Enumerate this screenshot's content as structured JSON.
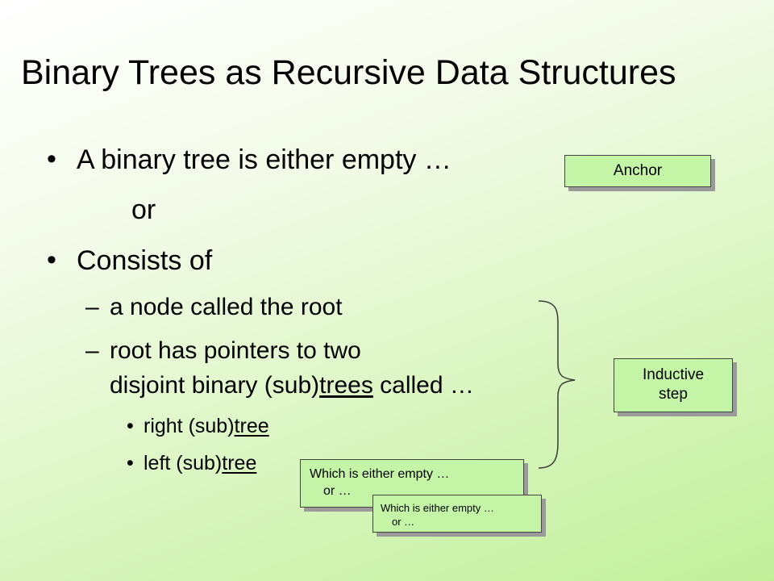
{
  "slide": {
    "title": "Binary Trees as Recursive Data Structures",
    "bullets": {
      "b1": "A binary tree is either empty …",
      "or": "or",
      "b2": "Consists of",
      "sub1": "a node called the root",
      "sub2_line1": "root has pointers to two",
      "sub2_line2_pre": "disjoint binary (sub)",
      "sub2_line2_u": "trees",
      "sub2_line2_post": " called …",
      "right_pre": "right (sub)",
      "right_u": "tree",
      "left_pre": "left (sub)",
      "left_u": "tree"
    },
    "callouts": {
      "anchor": "Anchor",
      "inductive_line1": "Inductive",
      "inductive_line2": "step",
      "which1_line1": "Which is either empty …",
      "which1_line2": "or …",
      "which2_line1": "Which is either empty …",
      "which2_line2": "or …"
    },
    "colors": {
      "callout_fill": "#c4f5a6",
      "background_accent": "#c2f09a"
    }
  }
}
